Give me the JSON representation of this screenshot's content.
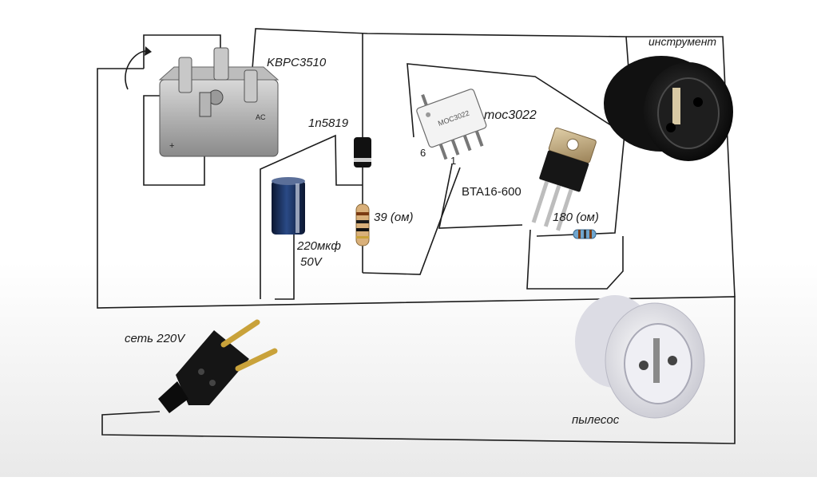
{
  "labels": {
    "bridge": "KBPC3510",
    "diode": "1n5819",
    "optocoupler": "moc3022",
    "triac": "BTA16-600",
    "resistor_39": "39 (ом)",
    "resistor_180": "180 (ом)",
    "capacitor_1": "220мкф",
    "capacitor_2": "50V",
    "tool_socket": "инструмент",
    "plug": "сеть 220V",
    "vacuum_socket": "пылесос",
    "pin_6": "6",
    "pin_1": "1"
  },
  "part_markings": {
    "chip": "MOC3022",
    "bridge_plus": "+",
    "bridge_ac": "AC"
  },
  "colors": {
    "wire": "#1c1c1c",
    "background": "#ffffff",
    "background_shade": "#ececec",
    "capacitor_body": "#152a55",
    "triac_tab": "#b9a27a",
    "resistor_body": "#d9b07a",
    "resistor_180_body": "#6fa6cf",
    "socket_black": "#141414",
    "socket_white": "#e8e8ee"
  }
}
